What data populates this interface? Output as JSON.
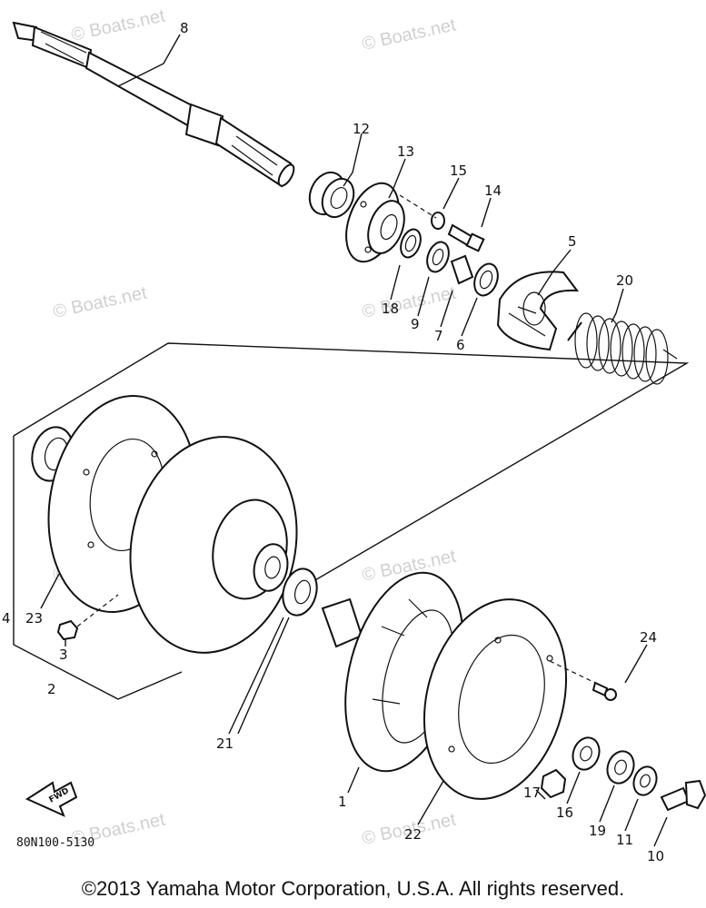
{
  "watermark": "© Boats.net",
  "diagram_code": "80N100-5130",
  "fwd_label": "FWD",
  "copyright": "©2013 Yamaha Motor Corporation, U.S.A. All rights reserved.",
  "callouts": {
    "p1": "1",
    "p2": "2",
    "p3": "3",
    "p4": "4",
    "p5": "5",
    "p6": "6",
    "p7": "7",
    "p8": "8",
    "p9": "9",
    "p10": "10",
    "p11": "11",
    "p12": "12",
    "p13": "13",
    "p14": "14",
    "p15": "15",
    "p16": "16",
    "p17": "17",
    "p18": "18",
    "p19": "19",
    "p20": "20",
    "p21": "21",
    "p22": "22",
    "p23": "23",
    "p24": "24"
  }
}
